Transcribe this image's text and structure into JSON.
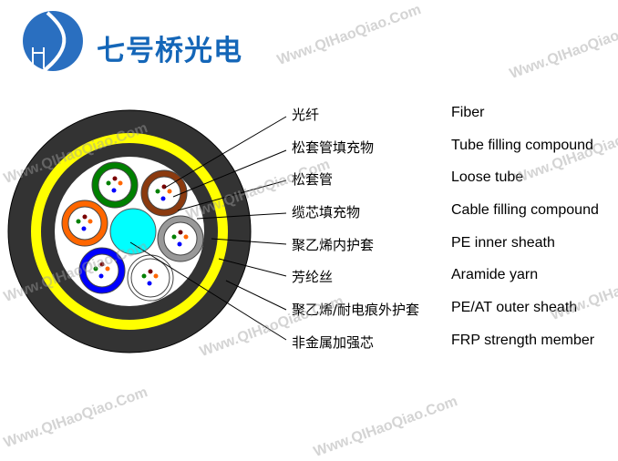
{
  "logo": {
    "name": "七号桥光电",
    "color": "#1466b8"
  },
  "watermark": "Www.QIHaoQiao.Com",
  "labels": [
    {
      "zh": "光纤",
      "en": "Fiber"
    },
    {
      "zh": "松套管填充物",
      "en": "Tube filling compound"
    },
    {
      "zh": "松套管",
      "en": "Loose tube"
    },
    {
      "zh": "缆芯填充物",
      "en": "Cable filling compound"
    },
    {
      "zh": "聚乙烯内护套",
      "en": "PE inner sheath"
    },
    {
      "zh": "芳纶丝",
      "en": "Aramide yarn"
    },
    {
      "zh": "聚乙烯/耐电痕外护套",
      "en": "PE/AT outer sheath"
    },
    {
      "zh": "非金属加强芯",
      "en": "FRP strength member"
    }
  ],
  "colors": {
    "sheath": "#333333",
    "aramid": "#ffff00",
    "frp": "#00ffff",
    "tubes": [
      "#008000",
      "#8b3a0f",
      "#ff6600",
      "#999999",
      "#0000ff",
      "#ffffff"
    ]
  }
}
